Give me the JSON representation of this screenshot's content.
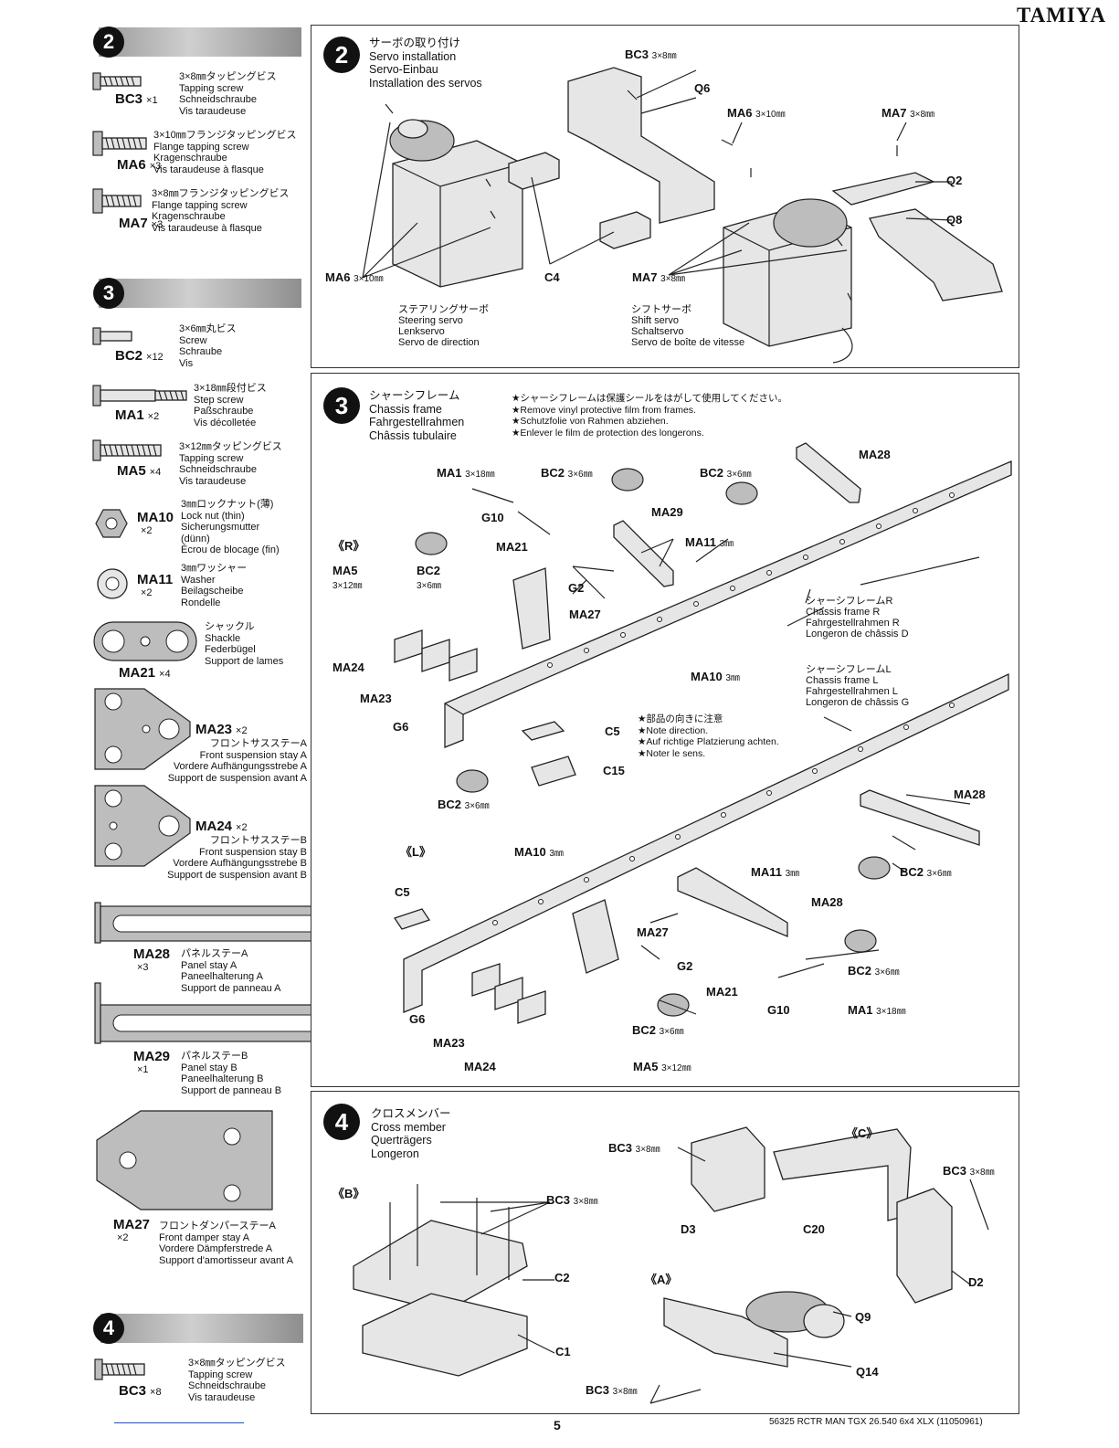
{
  "brand": "TAMIYA",
  "sidebar": {
    "step2": {
      "number": "2",
      "parts": [
        {
          "code": "BC3",
          "qty": "×1",
          "desc": "3×8㎜タッピングビス\nTapping screw\nSchneidschraube\nVis taraudeuse"
        },
        {
          "code": "MA6",
          "qty": "×3",
          "desc": "3×10㎜フランジタッピングビス\nFlange tapping screw\nKragenschraube\nVis taraudeuse à flasque"
        },
        {
          "code": "MA7",
          "qty": "×3",
          "desc": "3×8㎜フランジタッピングビス\nFlange tapping screw\nKragenschraube\nVis taraudeuse à flasque"
        }
      ]
    },
    "step3": {
      "number": "3",
      "parts": [
        {
          "code": "BC2",
          "qty": "×12",
          "desc": "3×6㎜丸ビス\nScrew\nSchraube\nVis"
        },
        {
          "code": "MA1",
          "qty": "×2",
          "desc": "3×18㎜段付ビス\nStep screw\nPaßschraube\nVis décolletée"
        },
        {
          "code": "MA5",
          "qty": "×4",
          "desc": "3×12㎜タッピングビス\nTapping screw\nSchneidschraube\nVis taraudeuse"
        },
        {
          "code": "MA10",
          "qty": "×2",
          "desc": "3㎜ロックナット(薄)\nLock nut (thin)\nSicherungsmutter\n(dünn)\nÉcrou de blocage (fin)"
        },
        {
          "code": "MA11",
          "qty": "×2",
          "desc": "3㎜ワッシャー\nWasher\nBeilagscheibe\nRondelle"
        },
        {
          "code": "MA21",
          "qty": "×4",
          "desc": "シャックル\nShackle\nFederbügel\nSupport de lames"
        },
        {
          "code": "MA23",
          "qty": "×2",
          "desc": "フロントサスステーA\nFront suspension stay A\nVordere Aufhängungsstrebe A\nSupport de suspension avant A"
        },
        {
          "code": "MA24",
          "qty": "×2",
          "desc": "フロントサスステーB\nFront suspension stay B\nVordere Aufhängungsstrebe B\nSupport de suspension avant B"
        },
        {
          "code": "MA28",
          "qty": "×3",
          "desc": "パネルステーA\nPanel stay A\nPaneelhalterung A\nSupport de panneau A"
        },
        {
          "code": "MA29",
          "qty": "×1",
          "desc": "パネルステーB\nPanel stay B\nPaneelhalterung B\nSupport de panneau B"
        },
        {
          "code": "MA27",
          "qty": "×2",
          "desc": "フロントダンパーステーA\nFront damper stay A\nVordere Dämpferstrede A\nSupport d'amortisseur avant A"
        }
      ]
    },
    "step4": {
      "number": "4",
      "parts": [
        {
          "code": "BC3",
          "qty": "×8",
          "desc": "3×8㎜タッピングビス\nTapping screw\nSchneidschraube\nVis taraudeuse"
        }
      ]
    }
  },
  "panel2": {
    "number": "2",
    "title": "サーボの取り付け\nServo installation\nServo-Einbau\nInstallation des servos",
    "labels": {
      "bc3": "BC3",
      "bc3_size": "3×8㎜",
      "q6": "Q6",
      "ma6_top": "MA6",
      "ma6_top_size": "3×10㎜",
      "ma7_top": "MA7",
      "ma7_top_size": "3×8㎜",
      "q2": "Q2",
      "q8": "Q8",
      "ma6_bottom": "MA6",
      "ma6_bottom_size": "3×10㎜",
      "c4": "C4",
      "ma7_bottom": "MA7",
      "ma7_bottom_size": "3×8㎜"
    },
    "steering_servo": "ステアリングサーボ\nSteering servo\nLenkservo\nServo de direction",
    "shift_servo": "シフトサーボ\nShift servo\nSchaltservo\nServo de boîte de vitesse"
  },
  "panel3": {
    "number": "3",
    "title": "シャーシフレーム\nChassis frame\nFahrgestellrahmen\nChâssis tubulaire",
    "note_top": "★シャーシフレームは保護シールをはがして使用してください。\n★Remove vinyl protective film from frames.\n★Schutzfolie von Rahmen abziehen.\n★Enlever le film de protection des longerons.",
    "note_direction": "★部品の向きに注意\n★Note direction.\n★Auf richtige Platzierung achten.\n★Noter le sens.",
    "frame_r": "シャーシフレームR\nChassis frame R\nFahrgestellrahmen R\nLongeron de châssis D",
    "frame_l": "シャーシフレームL\nChassis frame L\nFahrgestellrahmen L\nLongeron de châssis G",
    "mark_r": "《R》",
    "mark_l": "《L》",
    "labels": {
      "ma1": "MA1",
      "ma1_size": "3×18㎜",
      "bc2": "BC2",
      "bc2_size": "3×6㎜",
      "ma28": "MA28",
      "g10": "G10",
      "ma29": "MA29",
      "ma21": "MA21",
      "ma11": "MA11",
      "ma11_size": "3㎜",
      "ma5": "MA5",
      "ma5_size": "3×12㎜",
      "g2": "G2",
      "ma27": "MA27",
      "ma24": "MA24",
      "ma10": "MA10",
      "ma10_size": "3㎜",
      "ma23": "MA23",
      "g6": "G6",
      "c5": "C5",
      "c15": "C15"
    }
  },
  "panel4": {
    "number": "4",
    "title": "クロスメンバー\nCross member\nQuerträgers\nLongeron",
    "mark_b": "《B》",
    "mark_c": "《C》",
    "mark_a": "《A》",
    "labels": {
      "bc3": "BC3",
      "bc3_size": "3×8㎜",
      "c2": "C2",
      "c1": "C1",
      "d3": "D3",
      "c20": "C20",
      "d2": "D2",
      "q9": "Q9",
      "q14": "Q14"
    }
  },
  "footer": {
    "page": "5",
    "code": "56325 RCTR MAN TGX 26.540 6x4 XLX (11050961)"
  }
}
